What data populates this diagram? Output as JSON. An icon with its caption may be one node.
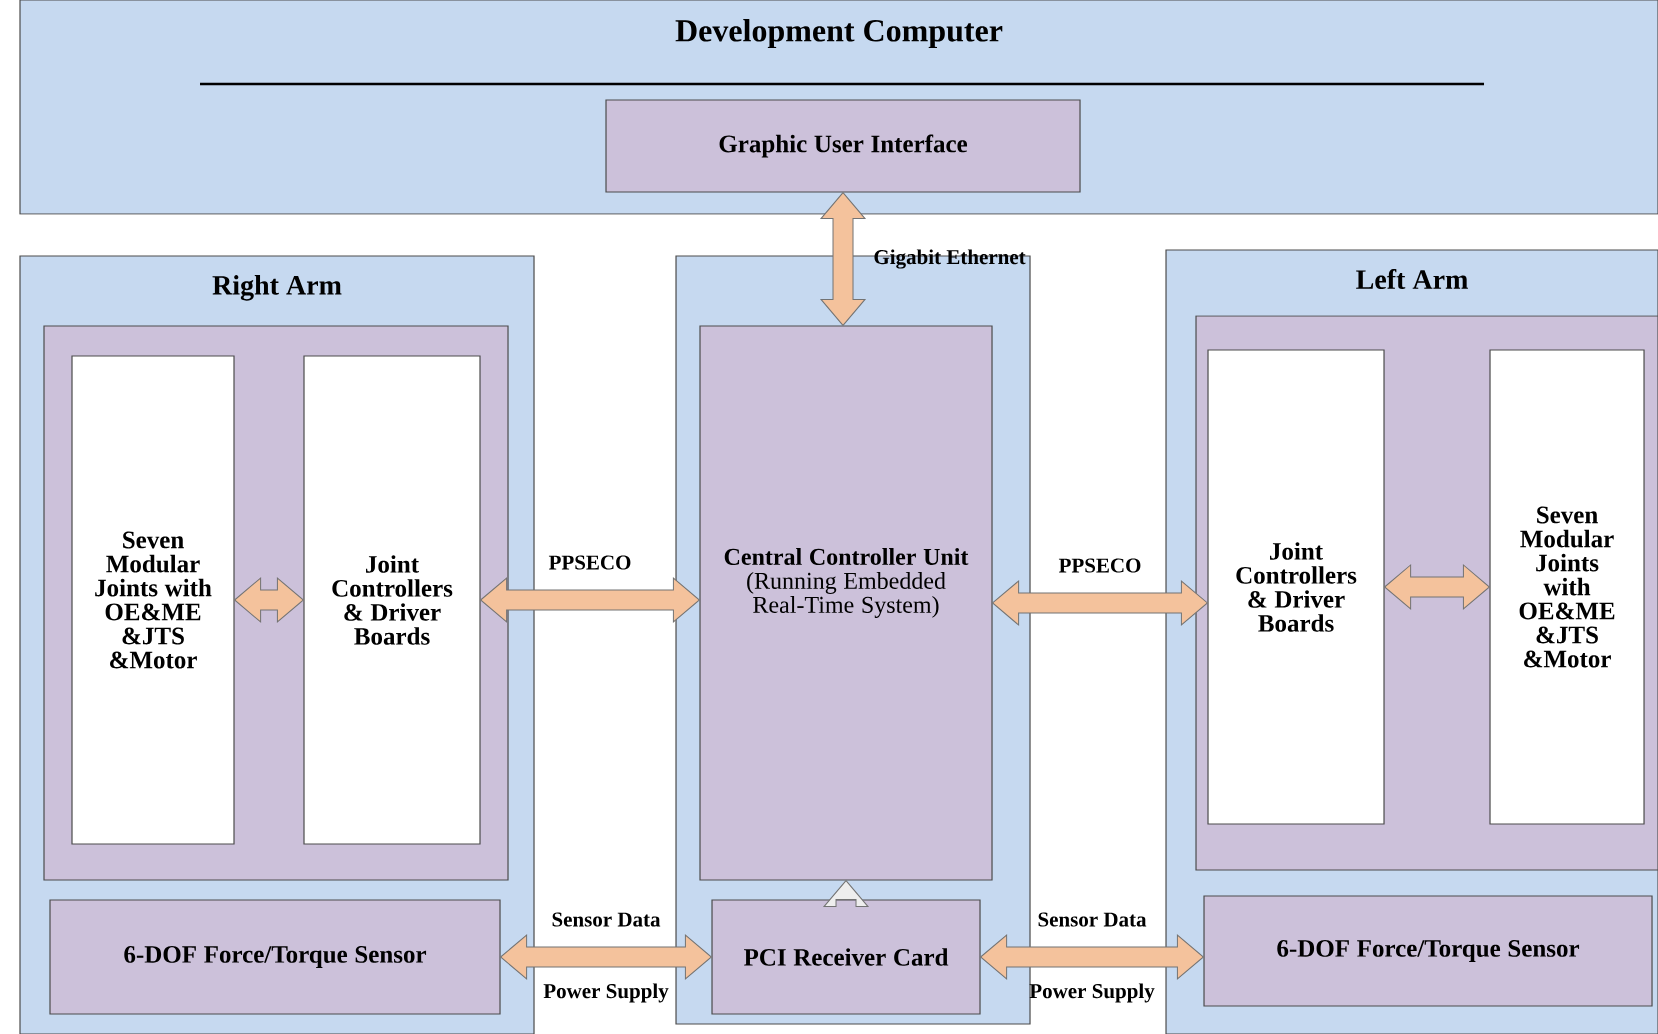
{
  "diagram": {
    "nodes": [
      {
        "text": [
          "Development Computer"
        ]
      },
      {
        "text": [
          "Graphic User Interface"
        ],
        "in": 0
      },
      {
        "text": [
          "Right Arm"
        ]
      },
      {
        "text": [],
        "shape": "box",
        "in": 2
      },
      {
        "text": [
          "Seven Modular Joints with OE&ME &JTS &Motor"
        ],
        "in": 3
      },
      {
        "text": [
          "Joint Controllers & Driver Boards"
        ],
        "in": 3
      },
      {
        "text": [
          "6-DOF Force/Torque Sensor"
        ],
        "in": 2
      },
      {
        "text": [],
        "shape": "box"
      },
      {
        "text": [
          "Central Controller Unit",
          "(Running Embedded Real-Time System)"
        ],
        "in": 7
      },
      {
        "text": [
          "PCI Receiver Card"
        ],
        "in": 7
      },
      {
        "text": [
          "Left Arm"
        ]
      },
      {
        "text": [],
        "shape": "box",
        "in": 10
      },
      {
        "text": [
          "Joint Controllers & Driver Boards"
        ],
        "in": 11
      },
      {
        "text": [
          "Seven Modular Joints with OE&ME &JTS &Motor"
        ],
        "in": 11
      },
      {
        "text": [
          "6-DOF Force/Torque Sensor"
        ],
        "in": 10
      }
    ],
    "edges": [
      {
        "from": 1,
        "to": 8,
        "arrow": "both",
        "label": "Gigabit Ethernet"
      },
      {
        "from": 4,
        "to": 5,
        "arrow": "both"
      },
      {
        "from": 5,
        "to": 8,
        "arrow": "both",
        "label": "PPSECO"
      },
      {
        "from": 8,
        "to": 12,
        "arrow": "both",
        "label": "PPSECO"
      },
      {
        "from": 12,
        "to": 13,
        "arrow": "both"
      },
      {
        "from": 6,
        "to": 9,
        "arrow": "both",
        "label": "Sensor Data"
      },
      {
        "from": 9,
        "to": 14,
        "arrow": "both",
        "label": "Sensor Data"
      },
      {
        "from": 9,
        "to": 8,
        "arrow": "to",
        "color": "#eeeeee"
      }
    ],
    "labels": [
      "Power Supply",
      "Power Supply"
    ]
  }
}
